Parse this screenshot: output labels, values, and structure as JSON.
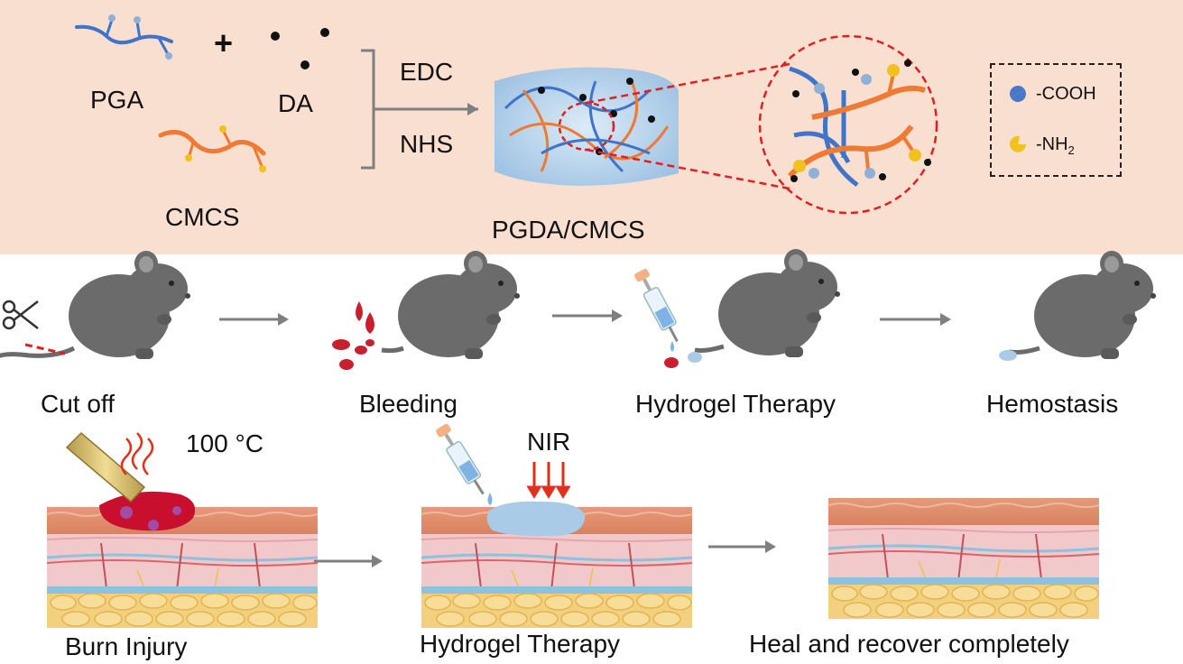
{
  "reaction": {
    "reactant_1": "PGA",
    "plus": "+",
    "reactant_2": "DA",
    "reactant_3": "CMCS",
    "reagent_1": "EDC",
    "reagent_2": "NHS",
    "product": "PGDA/CMCS"
  },
  "legend": {
    "cooh_label": "-COOH",
    "nh2_label": "-NH",
    "nh2_subscript": "2",
    "cooh_color": "#4a78c8",
    "nh2_color": "#f2c21c"
  },
  "hemostasis_row": {
    "step_1": "Cut off",
    "step_2": "Bleeding",
    "step_3": "Hydrogel Therapy",
    "step_4": "Hemostasis"
  },
  "burn_row": {
    "temperature": "100 °C",
    "nir_label": "NIR",
    "step_1": "Burn Injury",
    "step_2": "Hydrogel Therapy",
    "step_3": "Heal and recover completely"
  },
  "colors": {
    "panel_bg": "#f9dfcf",
    "pga_chain": "#3f74c9",
    "cmcs_chain": "#ee7a33",
    "mouse": "#6b6b6b",
    "blood": "#c8202e",
    "hydrogel": "#a9cbe8",
    "arrow": "#7f7f7f",
    "highlight": "#e02020"
  }
}
